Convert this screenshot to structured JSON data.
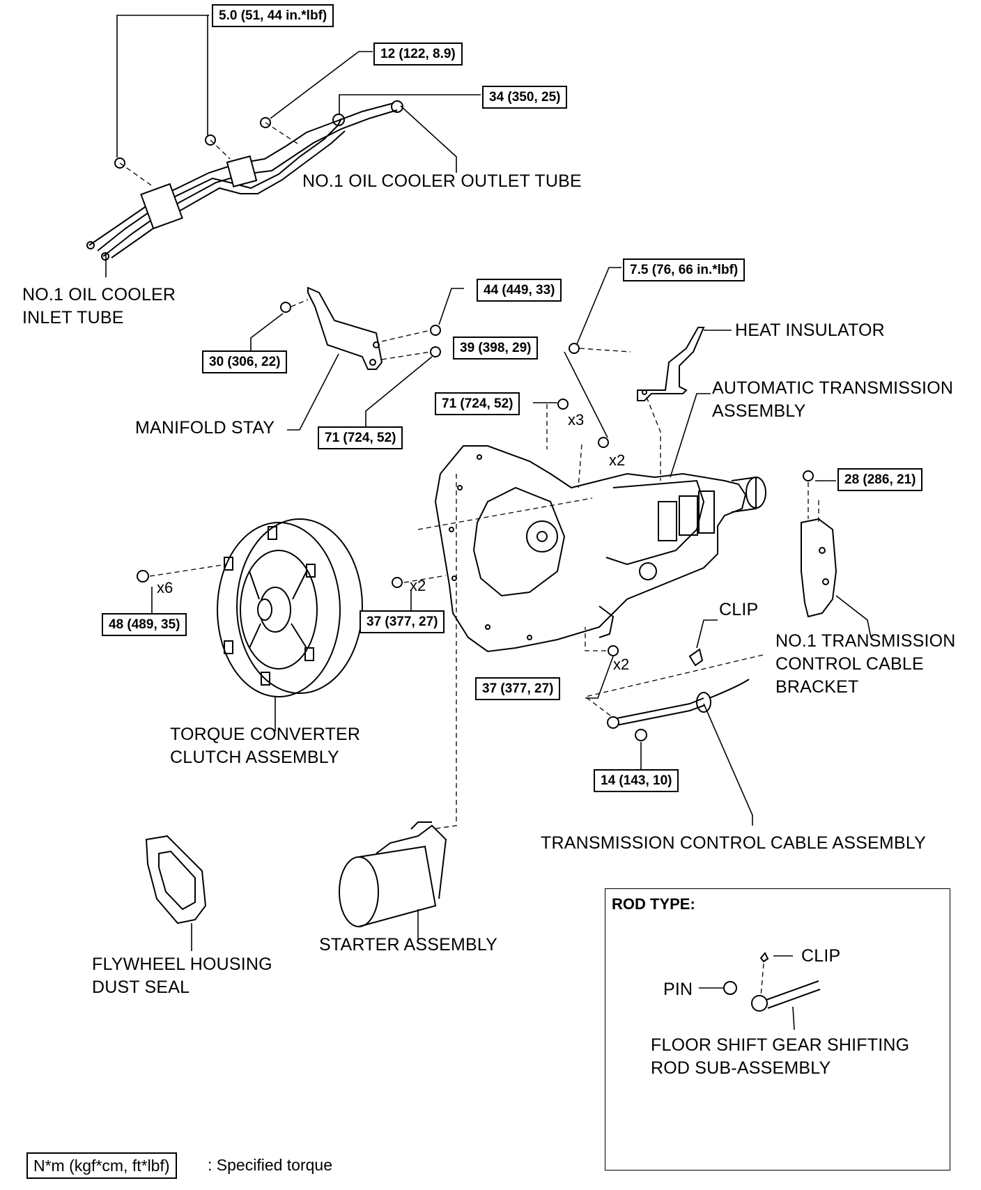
{
  "labels": {
    "outlet_tube": "NO.1 OIL COOLER OUTLET TUBE",
    "inlet_tube_1": "NO.1 OIL COOLER",
    "inlet_tube_2": "INLET TUBE",
    "heat_insulator": "HEAT INSULATOR",
    "at_assembly_1": "AUTOMATIC TRANSMISSION",
    "at_assembly_2": "ASSEMBLY",
    "manifold_stay": "MANIFOLD STAY",
    "clip": "CLIP",
    "bracket_1": "NO.1 TRANSMISSION",
    "bracket_2": "CONTROL CABLE",
    "bracket_3": "BRACKET",
    "torque_converter_1": "TORQUE CONVERTER",
    "torque_converter_2": "CLUTCH ASSEMBLY",
    "control_cable": "TRANSMISSION CONTROL CABLE ASSEMBLY",
    "dust_seal_1": "FLYWHEEL HOUSING",
    "dust_seal_2": "DUST SEAL",
    "starter": "STARTER ASSEMBLY"
  },
  "torques": {
    "t_5_0": "5.0 (51, 44 in.*lbf)",
    "t_12": "12 (122, 8.9)",
    "t_34": "34 (350, 25)",
    "t_44": "44 (449, 33)",
    "t_7_5": "7.5 (76, 66 in.*lbf)",
    "t_30": "30 (306, 22)",
    "t_39": "39 (398, 29)",
    "t_71_upper": "71 (724, 52)",
    "t_71_lower": "71 (724, 52)",
    "t_28": "28 (286, 21)",
    "t_48": "48 (489, 35)",
    "t_37_left": "37 (377, 27)",
    "t_37_lower": "37 (377, 27)",
    "t_14": "14 (143, 10)"
  },
  "multipliers": {
    "x3": "x3",
    "x2_upper": "x2",
    "x2_left": "x2",
    "x2_lower": "x2",
    "x6": "x6"
  },
  "rod_type": {
    "title": "ROD TYPE:",
    "clip": "CLIP",
    "pin": "PIN",
    "rod_1": "FLOOR SHIFT GEAR SHIFTING",
    "rod_2": "ROD SUB-ASSEMBLY"
  },
  "legend": {
    "box": "N*m (kgf*cm, ft*lbf)",
    "text": ": Specified torque"
  }
}
